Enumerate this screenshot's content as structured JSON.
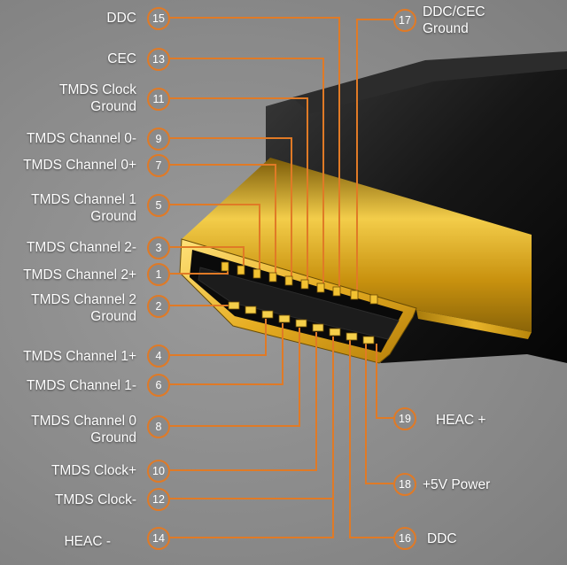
{
  "pins": {
    "p15": {
      "num": "15",
      "label": "DDC"
    },
    "p13": {
      "num": "13",
      "label": "CEC"
    },
    "p11": {
      "num": "11",
      "label": "TMDS Clock\nGround"
    },
    "p9": {
      "num": "9",
      "label": "TMDS Channel 0-"
    },
    "p7": {
      "num": "7",
      "label": "TMDS Channel 0+"
    },
    "p5": {
      "num": "5",
      "label": "TMDS Channel 1\nGround"
    },
    "p3": {
      "num": "3",
      "label": "TMDS Channel 2-"
    },
    "p1": {
      "num": "1",
      "label": "TMDS Channel 2+"
    },
    "p2": {
      "num": "2",
      "label": "TMDS Channel 2\nGround"
    },
    "p4": {
      "num": "4",
      "label": "TMDS Channel 1+"
    },
    "p6": {
      "num": "6",
      "label": "TMDS Channel 1-"
    },
    "p8": {
      "num": "8",
      "label": "TMDS Channel 0\nGround"
    },
    "p10": {
      "num": "10",
      "label": "TMDS Clock+"
    },
    "p12": {
      "num": "12",
      "label": "TMDS Clock-"
    },
    "p14": {
      "num": "14",
      "label": "HEAC -"
    },
    "p17": {
      "num": "17",
      "label": "DDC/CEC\nGround"
    },
    "p19": {
      "num": "19",
      "label": "HEAC +"
    },
    "p18": {
      "num": "18",
      "label": "+5V Power"
    },
    "p16": {
      "num": "16",
      "label": "DDC"
    }
  },
  "colors": {
    "leader": "#e07a26",
    "background": "#8c8c8c",
    "connector_gold": "#d9a21b",
    "housing": "#161616"
  }
}
